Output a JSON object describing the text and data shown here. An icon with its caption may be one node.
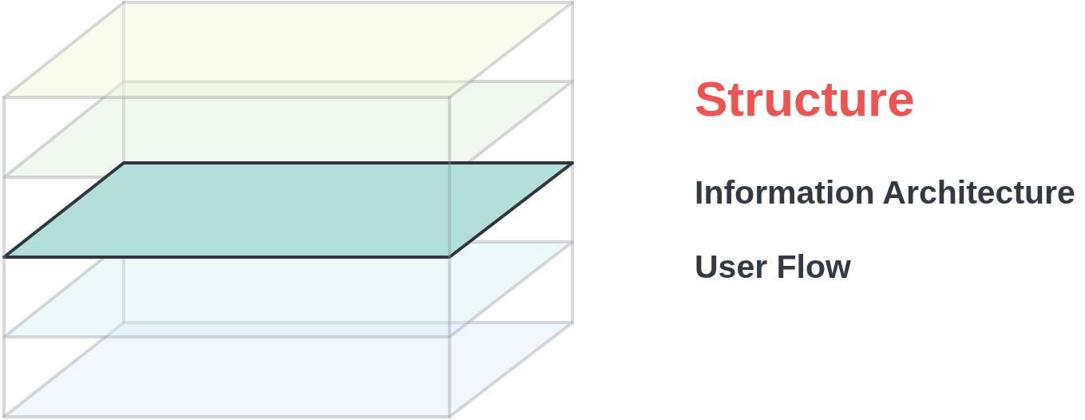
{
  "diagram": {
    "title": "Structure",
    "labels": [
      "Information Architecture",
      "User Flow"
    ]
  }
}
